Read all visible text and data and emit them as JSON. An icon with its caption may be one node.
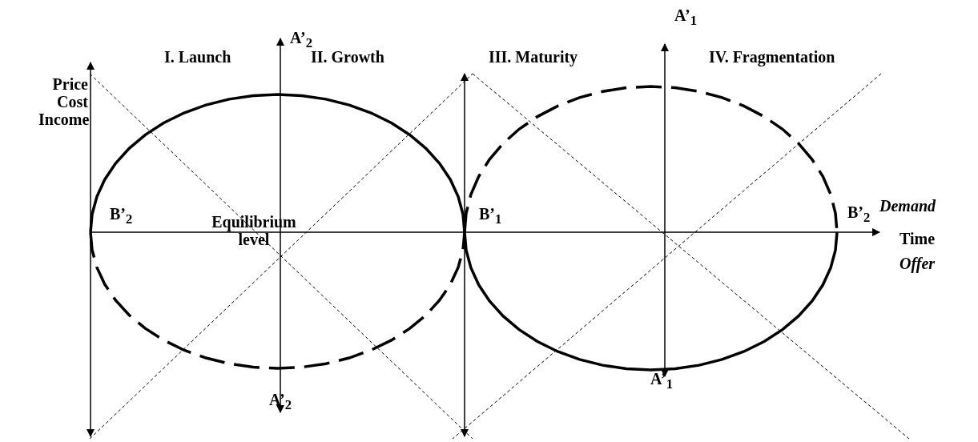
{
  "diagram": {
    "labels": [
      "Price Cost Income",
      "A’$_{2}$",
      "I. Launch",
      "II. Growth",
      "III. Maturity",
      "A’$_{1}$",
      "IV. Fragmentation",
      "B’$_{2}$",
      "Equilibrium level",
      "B’$_{1}$",
      "B’$_{2}$",
      "Demand",
      "Time",
      "Offer",
      "A’$_{2}$",
      "A’$_{1}$"
    ]
  }
}
